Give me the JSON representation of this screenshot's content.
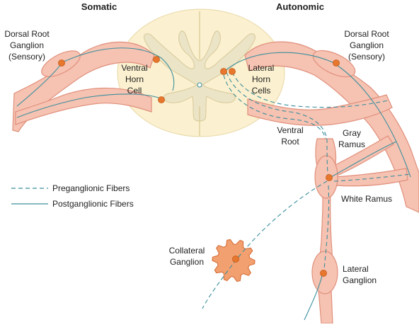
{
  "headers": {
    "left": "Somatic",
    "right": "Autonomic"
  },
  "labels": {
    "drg_left": [
      "Dorsal Root",
      "Ganglion",
      "(Sensory)"
    ],
    "drg_right": [
      "Dorsal Root",
      "Ganglion",
      "(Sensory)"
    ],
    "ventral_horn": [
      "Ventral",
      "Horn",
      "Cell"
    ],
    "lateral_horn": [
      "Lateral",
      "Horn",
      "Cells"
    ],
    "ventral_root": [
      "Ventral",
      "Root"
    ],
    "gray_ramus": [
      "Gray",
      "Ramus"
    ],
    "white_ramus": "White Ramus",
    "collateral_ganglion": [
      "Collateral",
      "Ganglion"
    ],
    "lateral_ganglion": [
      "Lateral",
      "Ganglion"
    ]
  },
  "legend": {
    "preganglionic": "Preganglionic Fibers",
    "postganglionic": "Postganglionic Fibers"
  },
  "colors": {
    "nerve_fill": "#f6c2b2",
    "nerve_edge": "#e0907c",
    "cord_fill": "#fbf0cf",
    "gray_matter": "#ece4c6",
    "fiber": "#3a8f9c",
    "neuron": "#e8772e",
    "ganglion_fill": "#f2a070",
    "text": "#1f1f1f"
  }
}
